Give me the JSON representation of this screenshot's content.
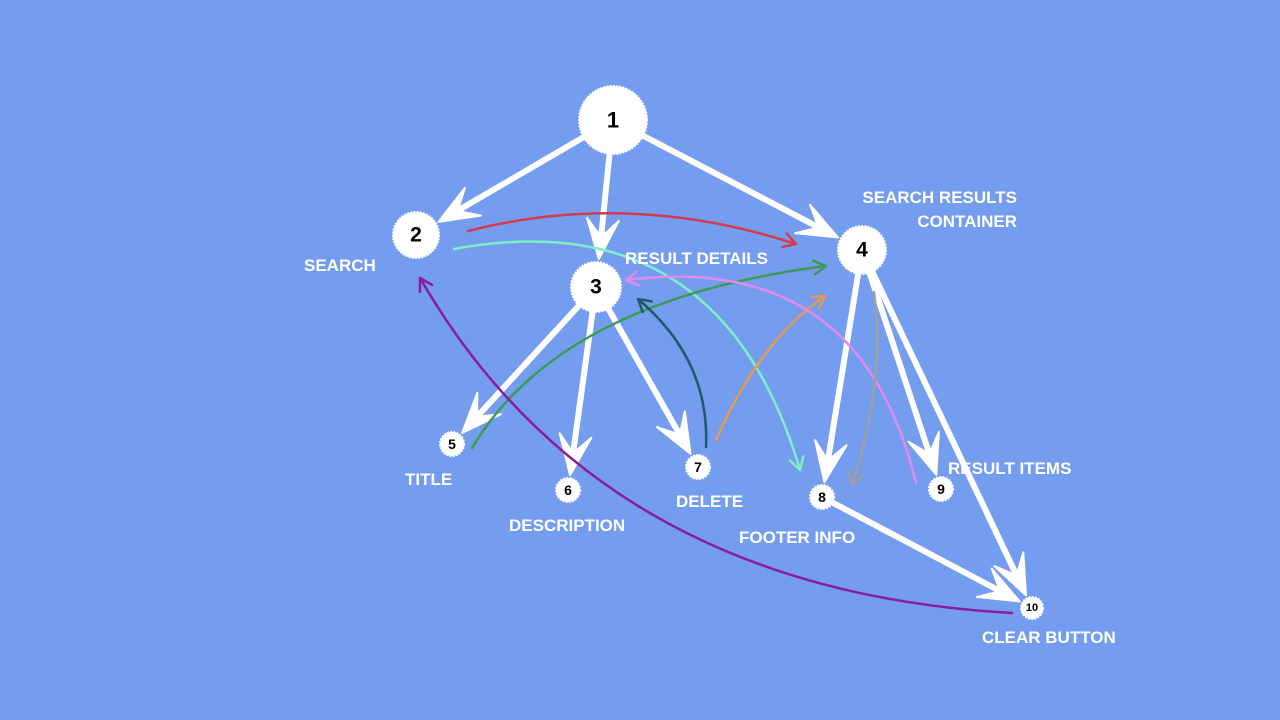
{
  "colors": {
    "background": "#749def",
    "tree_edge": "#ffffff",
    "node_fill": "#ffffff",
    "node_text": "#000000",
    "caption_text": "#ffffff"
  },
  "nodes": [
    {
      "id": "1",
      "label": "1",
      "caption": ""
    },
    {
      "id": "2",
      "label": "2",
      "caption": "SEARCH"
    },
    {
      "id": "3",
      "label": "3",
      "caption": "RESULT DETAILS"
    },
    {
      "id": "4",
      "label": "4",
      "caption": "SEARCH RESULTS CONTAINER"
    },
    {
      "id": "5",
      "label": "5",
      "caption": "TITLE"
    },
    {
      "id": "6",
      "label": "6",
      "caption": "DESCRIPTION"
    },
    {
      "id": "7",
      "label": "7",
      "caption": "DELETE"
    },
    {
      "id": "8",
      "label": "8",
      "caption": "FOOTER INFO"
    },
    {
      "id": "9",
      "label": "9",
      "caption": "RESULT ITEMS"
    },
    {
      "id": "10",
      "label": "10",
      "caption": "CLEAR BUTTON"
    }
  ],
  "hierarchy_edges": [
    {
      "from": "1",
      "to": "2"
    },
    {
      "from": "1",
      "to": "3"
    },
    {
      "from": "1",
      "to": "4"
    },
    {
      "from": "3",
      "to": "5"
    },
    {
      "from": "3",
      "to": "6"
    },
    {
      "from": "3",
      "to": "7"
    },
    {
      "from": "4",
      "to": "8"
    },
    {
      "from": "4",
      "to": "9"
    },
    {
      "from": "4",
      "to": "10"
    },
    {
      "from": "8",
      "to": "10"
    }
  ],
  "flow_edges": [
    {
      "from": "2",
      "to": "4",
      "color": "#d43a4e"
    },
    {
      "from": "2",
      "to": "8",
      "color": "#7ef0c8"
    },
    {
      "from": "5",
      "to": "4",
      "color": "#3c9a55"
    },
    {
      "from": "7",
      "to": "3",
      "color": "#1f5a6a"
    },
    {
      "from": "7",
      "to": "4",
      "color": "#e29a55"
    },
    {
      "from": "9",
      "to": "3",
      "color": "#e08aee"
    },
    {
      "from": "4",
      "to": "8",
      "color": "#a0a0a0"
    },
    {
      "from": "10",
      "to": "2",
      "color": "#8a1c9e"
    }
  ]
}
